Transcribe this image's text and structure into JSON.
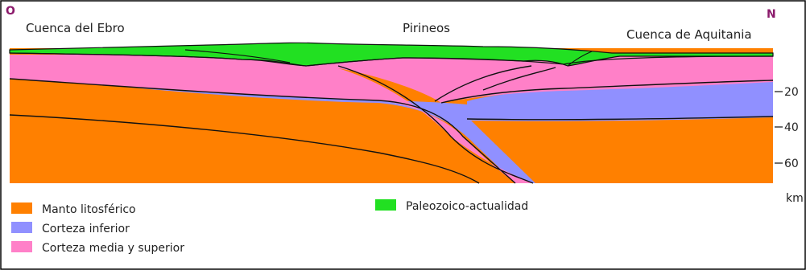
{
  "corners": {
    "west": "O",
    "north": "N"
  },
  "top_labels": {
    "left": "Cuenca del Ebro",
    "center": "Pirineos",
    "right": "Cuenca de Aquitania"
  },
  "depth_ticks": [
    "20",
    "40",
    "60"
  ],
  "depth_unit": "km",
  "legend": [
    {
      "label": "Manto litosférico",
      "color": "#ff8000"
    },
    {
      "label": "Corteza inferior",
      "color": "#9090ff"
    },
    {
      "label": "Corteza media y superior",
      "color": "#ff80c8"
    },
    {
      "label": "Paleozoico-actualidad",
      "color": "#22e022"
    }
  ],
  "colors": {
    "mantle": "#ff8000",
    "lower_crust": "#9090ff",
    "upper_crust": "#ff80c8",
    "sediments": "#22e022",
    "outline": "#111111"
  }
}
